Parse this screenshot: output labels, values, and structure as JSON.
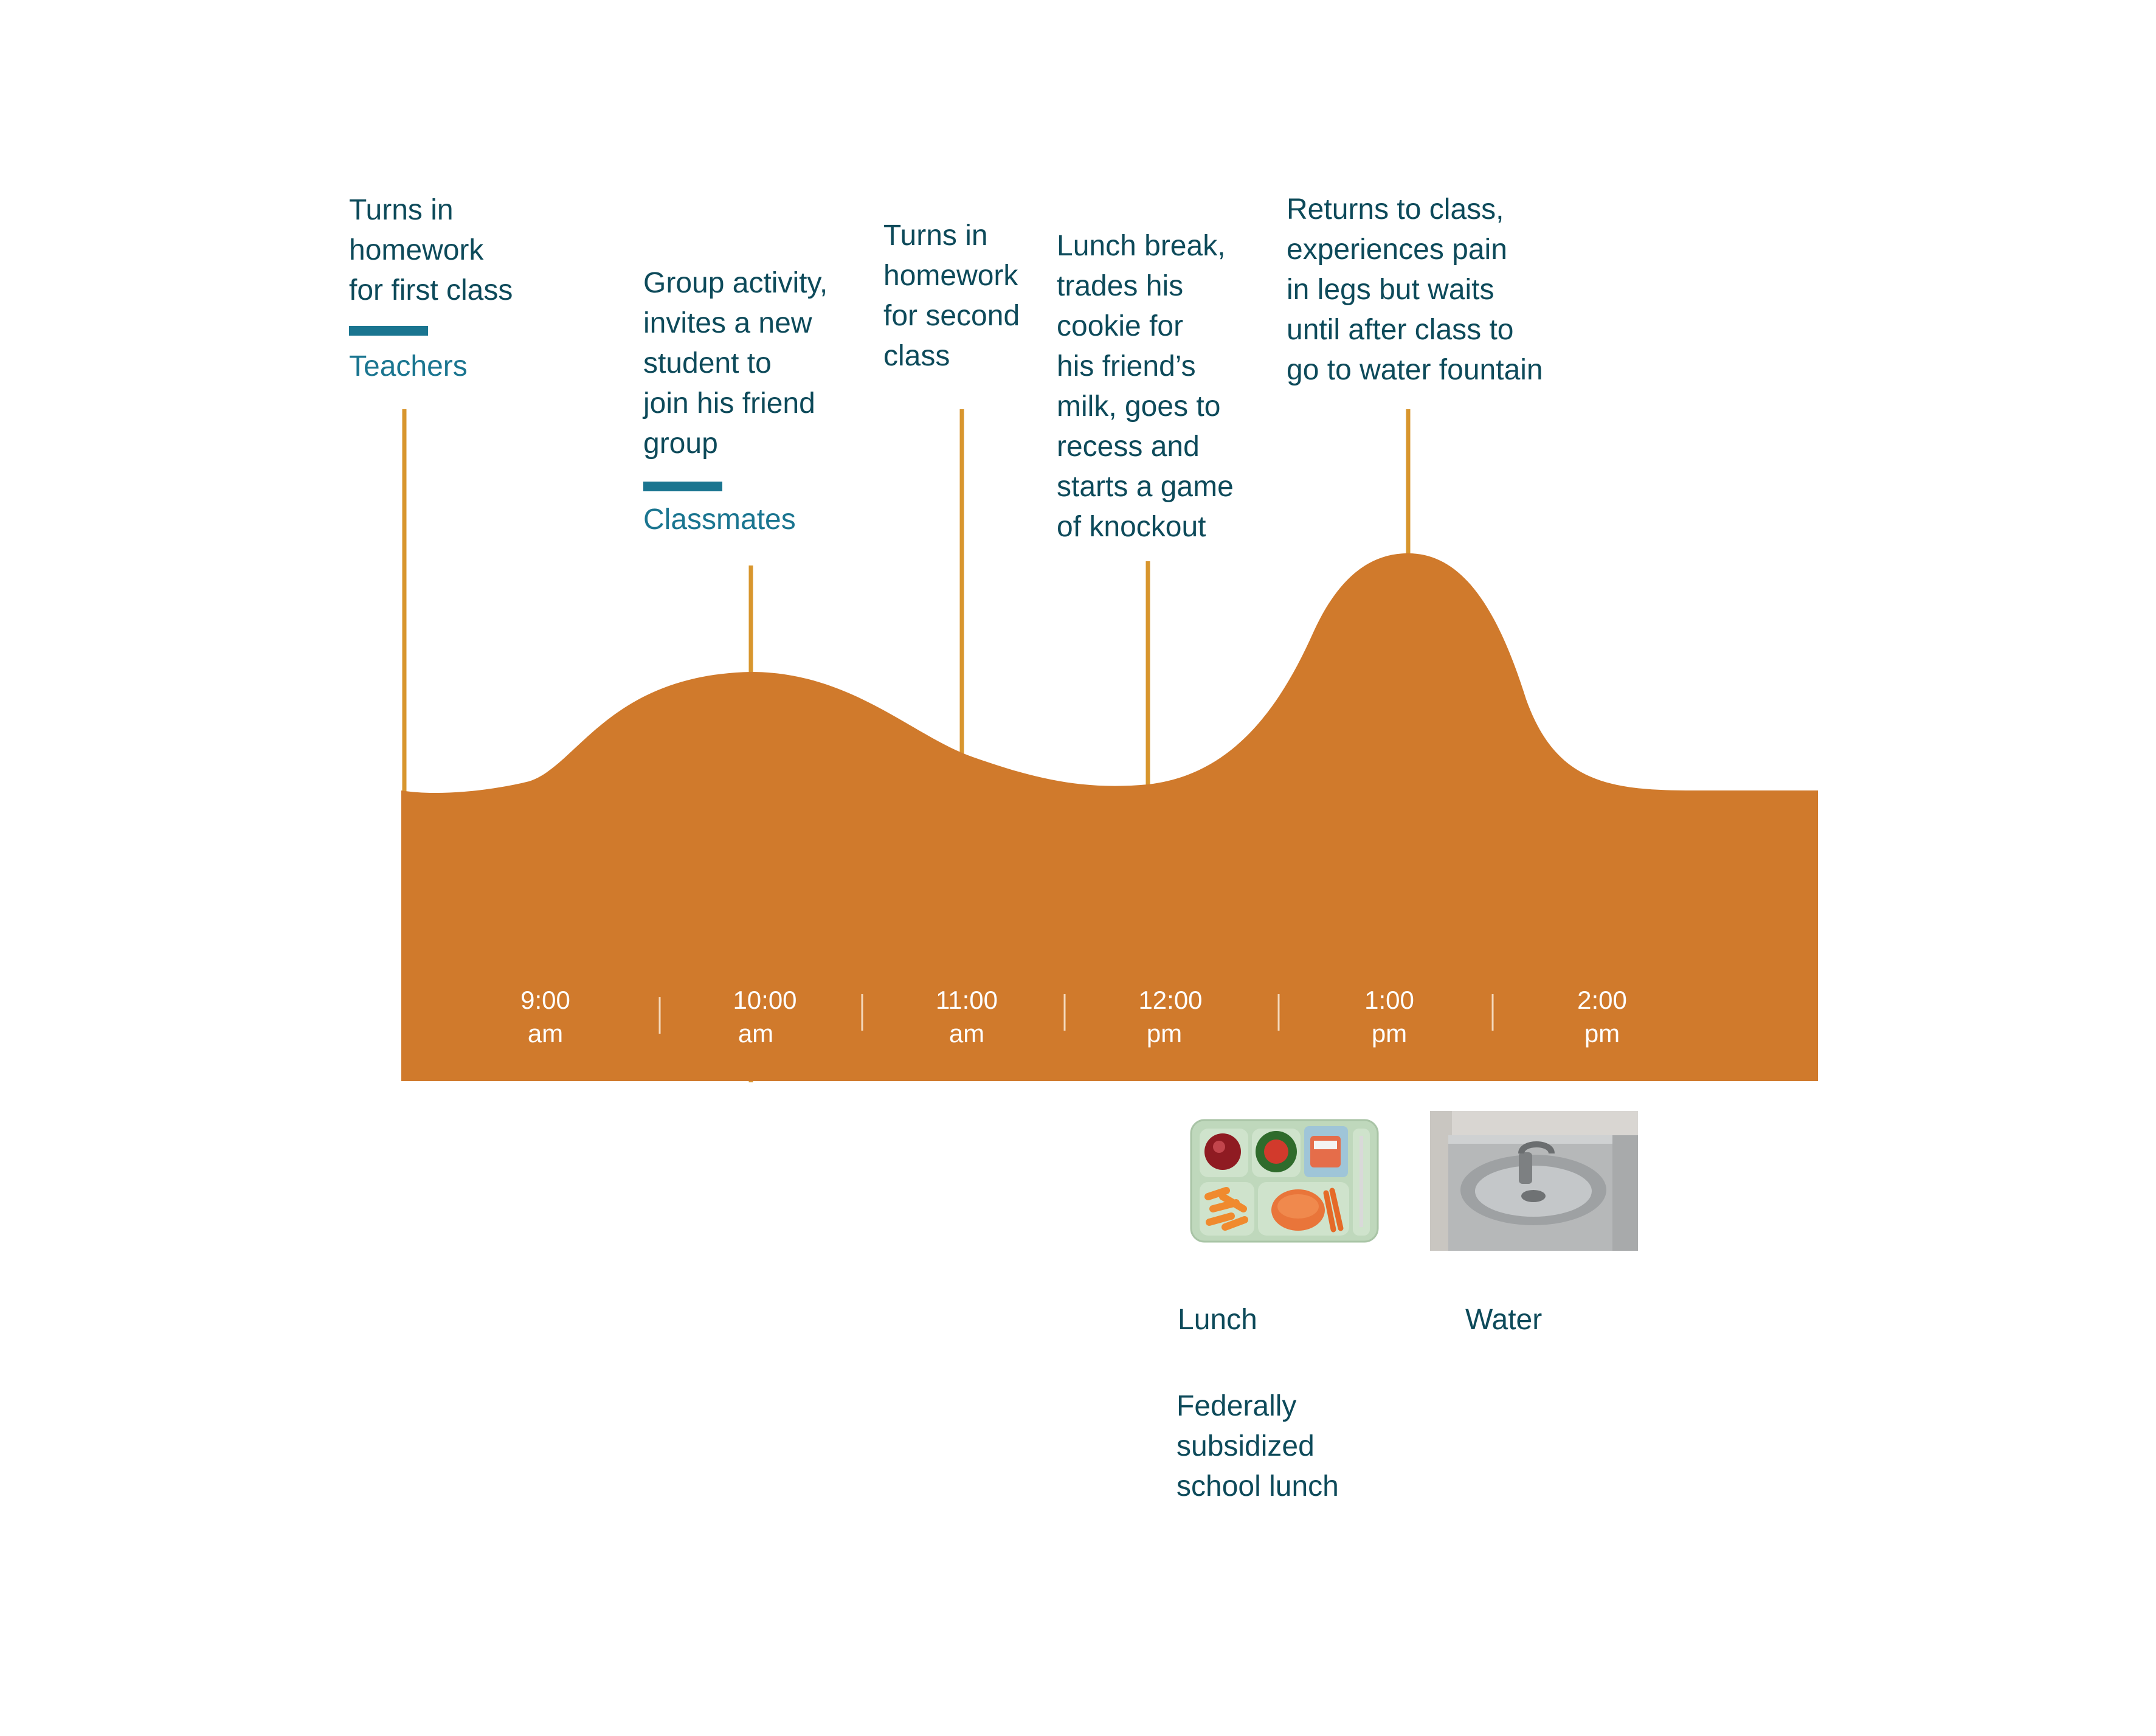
{
  "colors": {
    "area_fill": "#d07a2c",
    "stem": "#d8962e",
    "annotation_text": "#0d4a5a",
    "category_accent": "#1a7590",
    "tick_text": "#ffffff"
  },
  "annotations": [
    {
      "text": "Turns in\nhomework\nfor first class",
      "category": "Teachers"
    },
    {
      "text": "Group activity,\ninvites a new\nstudent to\njoin his friend\ngroup",
      "category": "Classmates"
    },
    {
      "text": "Turns in\nhomework\nfor second\nclass"
    },
    {
      "text": "Lunch break,\ntrades his\ncookie for\nhis friend’s\nmilk, goes to\nrecess and\nstarts a game\nof knockout"
    },
    {
      "text": "Returns to class,\nexperiences pain\nin legs but waits\nuntil after class to\ngo to water fountain"
    }
  ],
  "timeline": {
    "ticks": [
      {
        "time": "9:00",
        "period": "am"
      },
      {
        "time": "10:00",
        "period": "am"
      },
      {
        "time": "11:00",
        "period": "am"
      },
      {
        "time": "12:00",
        "period": "pm"
      },
      {
        "time": "1:00",
        "period": "pm"
      },
      {
        "time": "2:00",
        "period": "pm"
      }
    ]
  },
  "resources": [
    {
      "title": "Lunch",
      "description": "Federally\nsubsidized\nschool lunch",
      "icon": "lunch-tray-icon"
    },
    {
      "title": "Water",
      "icon": "water-fountain-icon"
    }
  ]
}
